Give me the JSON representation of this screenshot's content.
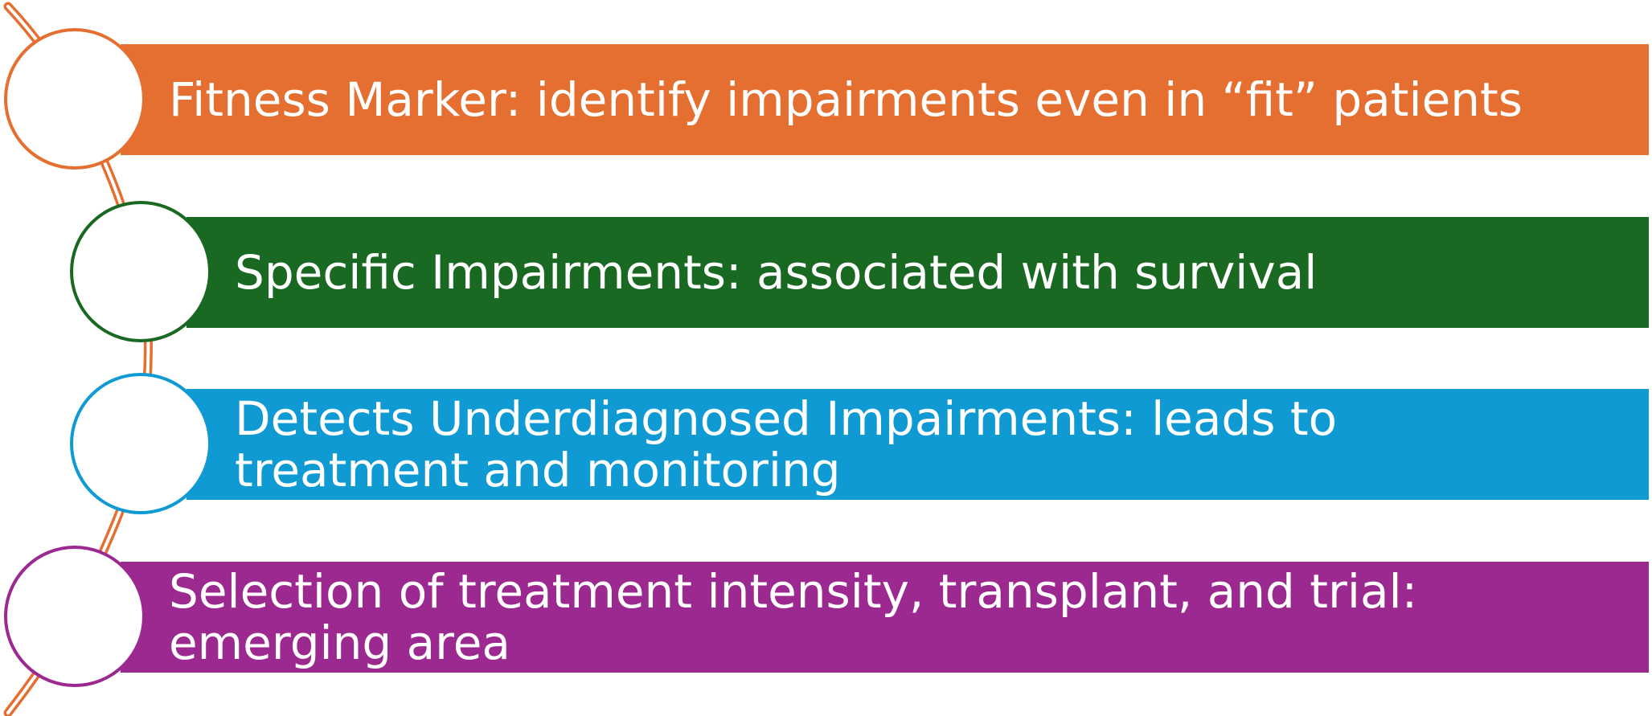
{
  "connector": {
    "color": "#E56F30"
  },
  "items": [
    {
      "text": "Fitness Marker: identify impairments even in “fit” patients",
      "color": "#E56F30"
    },
    {
      "text": "Specific Impairments: associated with survival",
      "color": "#1A6923"
    },
    {
      "text": "Detects Underdiagnosed Impairments: leads to\ntreatment and monitoring",
      "color": "#0F9AD3"
    },
    {
      "text": "Selection of treatment intensity, transplant, and trial:\nemerging area",
      "color": "#9C298F"
    }
  ]
}
